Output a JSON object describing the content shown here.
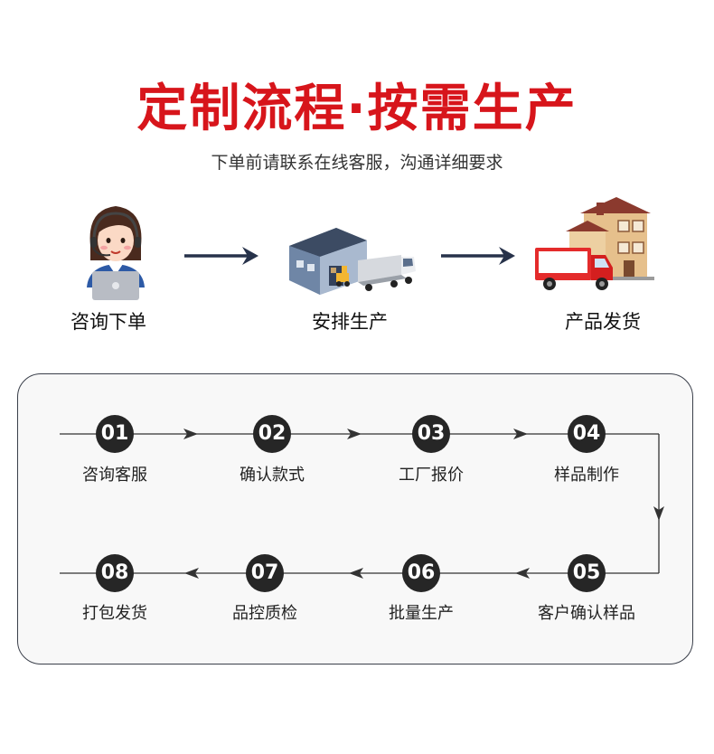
{
  "header": {
    "title": "定制流程·按需生产",
    "subtitle": "下单前请联系在线客服，沟通详细要求"
  },
  "top_steps": [
    {
      "label": "咨询下单",
      "icon": "customer-service-agent-icon"
    },
    {
      "label": "安排生产",
      "icon": "factory-forklift-truck-icon"
    },
    {
      "label": "产品发货",
      "icon": "house-delivery-truck-icon"
    }
  ],
  "process": {
    "steps": [
      {
        "num": "01",
        "label": "咨询客服"
      },
      {
        "num": "02",
        "label": "确认款式"
      },
      {
        "num": "03",
        "label": "工厂报价"
      },
      {
        "num": "04",
        "label": "样品制作"
      },
      {
        "num": "05",
        "label": "客户确认样品"
      },
      {
        "num": "06",
        "label": "批量生产"
      },
      {
        "num": "07",
        "label": "品控质检"
      },
      {
        "num": "08",
        "label": "打包发货"
      }
    ]
  },
  "colors": {
    "title_red": "#d7151b",
    "badge_dark": "#262626",
    "arrow_navy": "#27324a"
  }
}
